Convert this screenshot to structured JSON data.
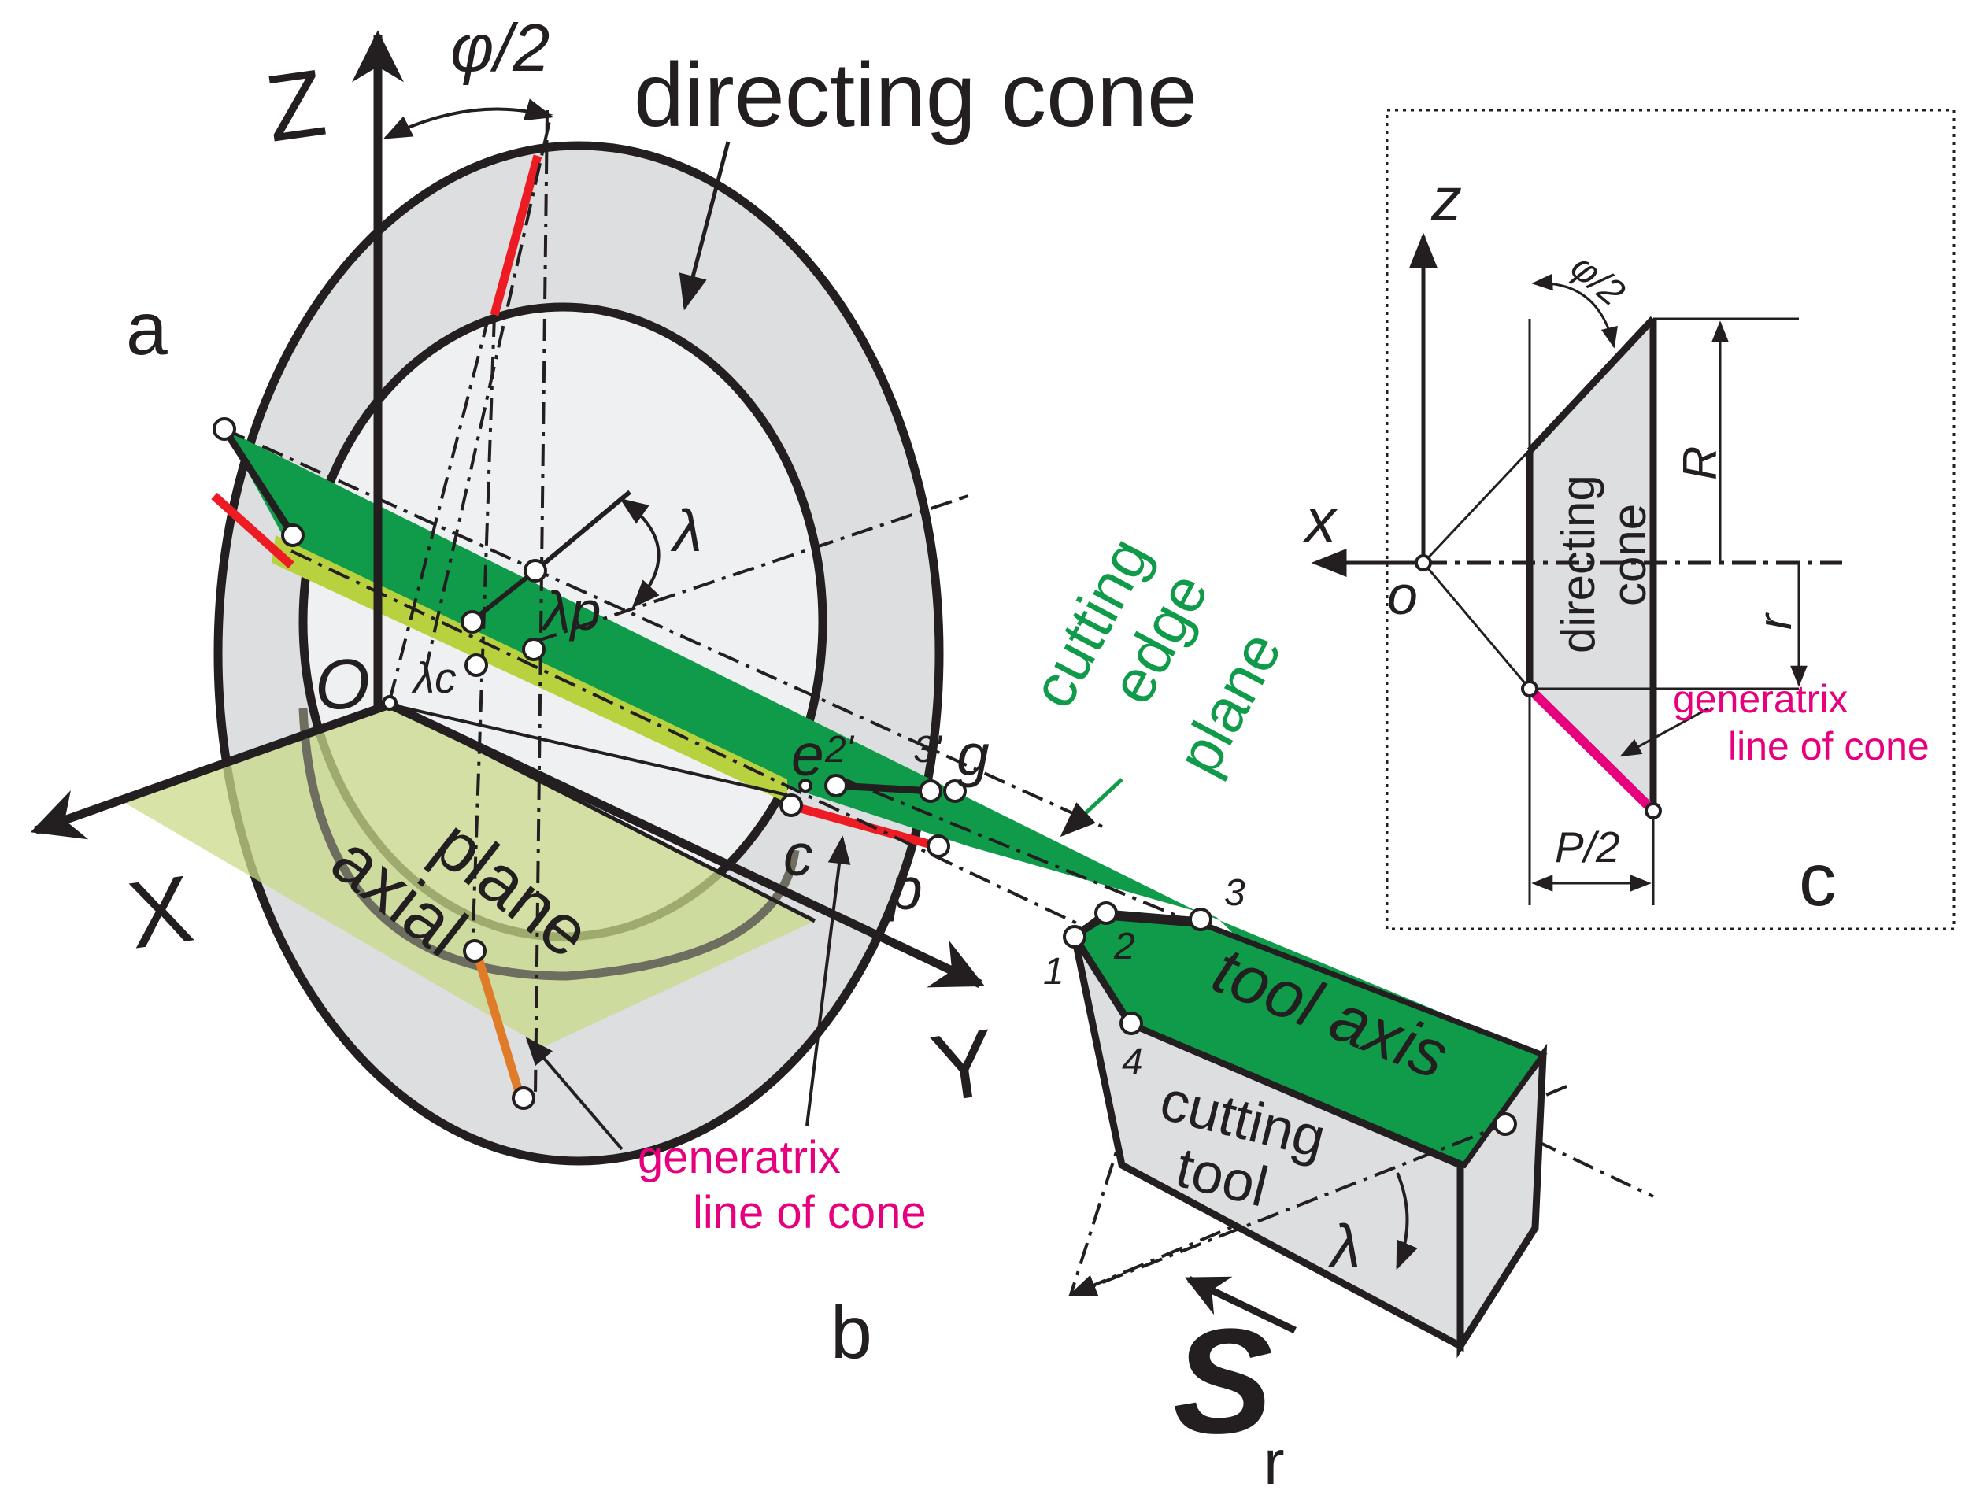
{
  "labels": {
    "z_axis": "Z",
    "phi_half": "φ/2",
    "directing_cone": "directing cone",
    "panel_a": "a",
    "lambda": "λ",
    "lambda_p": "λp",
    "origin": "O",
    "lambda_c": "λc",
    "cutting": "cutting",
    "edge": "edge",
    "plane": "plane",
    "x_axis": "X",
    "axial": "axial",
    "axial_plane": "plane",
    "c_point": "c",
    "e_point": "e",
    "p_point": "p",
    "g_point": "g",
    "two_prime": "2'",
    "three_prime": "3'",
    "y_axis": "Y",
    "one": "1",
    "two": "2",
    "three": "3",
    "four": "4",
    "tool_axis": "tool axis",
    "cutting_tool_1": "cutting",
    "cutting_tool_2": "tool",
    "generatrix_1": "generatrix",
    "generatrix_2": "line of cone",
    "panel_b": "b",
    "lambda_tool": "λ",
    "feed": "S",
    "feed_sub": "r",
    "c_panel": {
      "z": "z",
      "x": "x",
      "o": "o",
      "phi_half": "φ/2",
      "R": "R",
      "r": "r",
      "directing": "directing",
      "cone": "cone",
      "generatrix_1": "generatrix",
      "generatrix_2": "line of cone",
      "p_half": "P/2",
      "panel_c": "c"
    }
  },
  "colors": {
    "ink": "#231f20",
    "cone_fill": "#dcdee0",
    "cone_inner": "#eef0f1",
    "plane_green": "#0f9b49",
    "axial_plane": "#c9d98a",
    "light_green": "#b8d23f",
    "red": "#ed1c24",
    "magenta": "#e6007e",
    "label_green": "#0f9b49"
  }
}
